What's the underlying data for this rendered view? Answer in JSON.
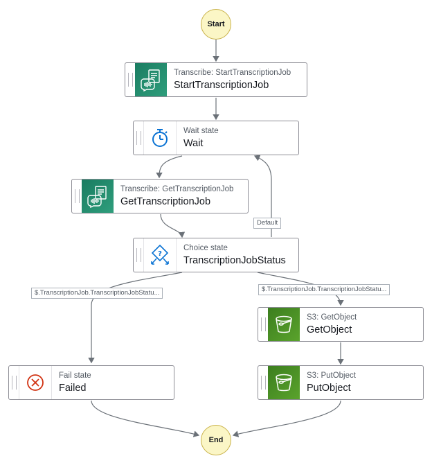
{
  "start_label": "Start",
  "end_label": "End",
  "states": {
    "start_transcription": {
      "type_label": "Transcribe: StartTranscriptionJob",
      "name": "StartTranscriptionJob"
    },
    "wait": {
      "type_label": "Wait state",
      "name": "Wait"
    },
    "get_transcription": {
      "type_label": "Transcribe: GetTranscriptionJob",
      "name": "GetTranscriptionJob"
    },
    "choice": {
      "type_label": "Choice state",
      "name": "TranscriptionJobStatus"
    },
    "failed": {
      "type_label": "Fail state",
      "name": "Failed"
    },
    "get_object": {
      "type_label": "S3: GetObject",
      "name": "GetObject"
    },
    "put_object": {
      "type_label": "S3: PutObject",
      "name": "PutObject"
    }
  },
  "edge_labels": {
    "default": "Default",
    "failed_condition": "$.TranscriptionJob.TranscriptionJobStatu...",
    "completed_condition": "$.TranscriptionJob.TranscriptionJobStatu..."
  },
  "icons": {
    "start_transcription": "transcribe-icon",
    "wait": "stopwatch-icon",
    "get_transcription": "transcribe-icon",
    "choice": "choice-diamond-icon",
    "failed": "fail-x-icon",
    "get_object": "s3-bucket-icon",
    "put_object": "s3-bucket-icon"
  },
  "colors": {
    "terminal_fill": "#fbf6c6",
    "transcribe_tile": "#1a7c61",
    "s3_tile": "#4b8f24",
    "edge": "#6b7178",
    "wait_icon": "#0972d3",
    "fail_icon": "#d13212"
  }
}
